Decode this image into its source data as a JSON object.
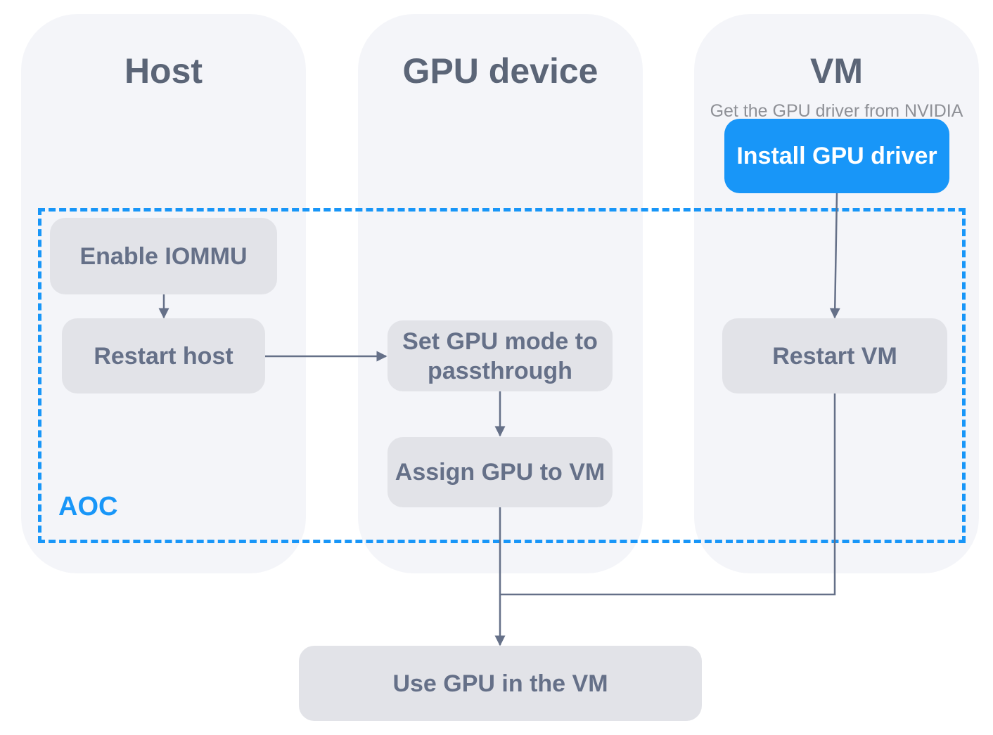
{
  "colors": {
    "lane_background": "#f4f5f9",
    "node_background": "#e2e3e8",
    "node_text": "#657088",
    "accent": "#1896f8",
    "connector": "#657088",
    "lane_title": "#5b6577",
    "subtitle": "#8e9096"
  },
  "lanes": {
    "host": {
      "title": "Host"
    },
    "gpu": {
      "title": "GPU device"
    },
    "vm": {
      "title": "VM",
      "subtitle": "Get the GPU driver from NVIDIA"
    }
  },
  "group": {
    "label": "AOC"
  },
  "nodes": {
    "install_driver": "Install GPU driver",
    "enable_iommu": "Enable IOMMU",
    "restart_host": "Restart host",
    "set_gpu_mode": "Set GPU mode to passthrough",
    "assign_gpu": "Assign GPU to VM",
    "restart_vm": "Restart VM",
    "use_gpu": "Use GPU in the VM"
  },
  "edges": [
    {
      "from": "enable_iommu",
      "to": "restart_host"
    },
    {
      "from": "restart_host",
      "to": "set_gpu_mode"
    },
    {
      "from": "set_gpu_mode",
      "to": "assign_gpu"
    },
    {
      "from": "install_driver",
      "to": "restart_vm"
    },
    {
      "from": "assign_gpu",
      "to": "use_gpu"
    },
    {
      "from": "restart_vm",
      "to": "use_gpu"
    }
  ]
}
